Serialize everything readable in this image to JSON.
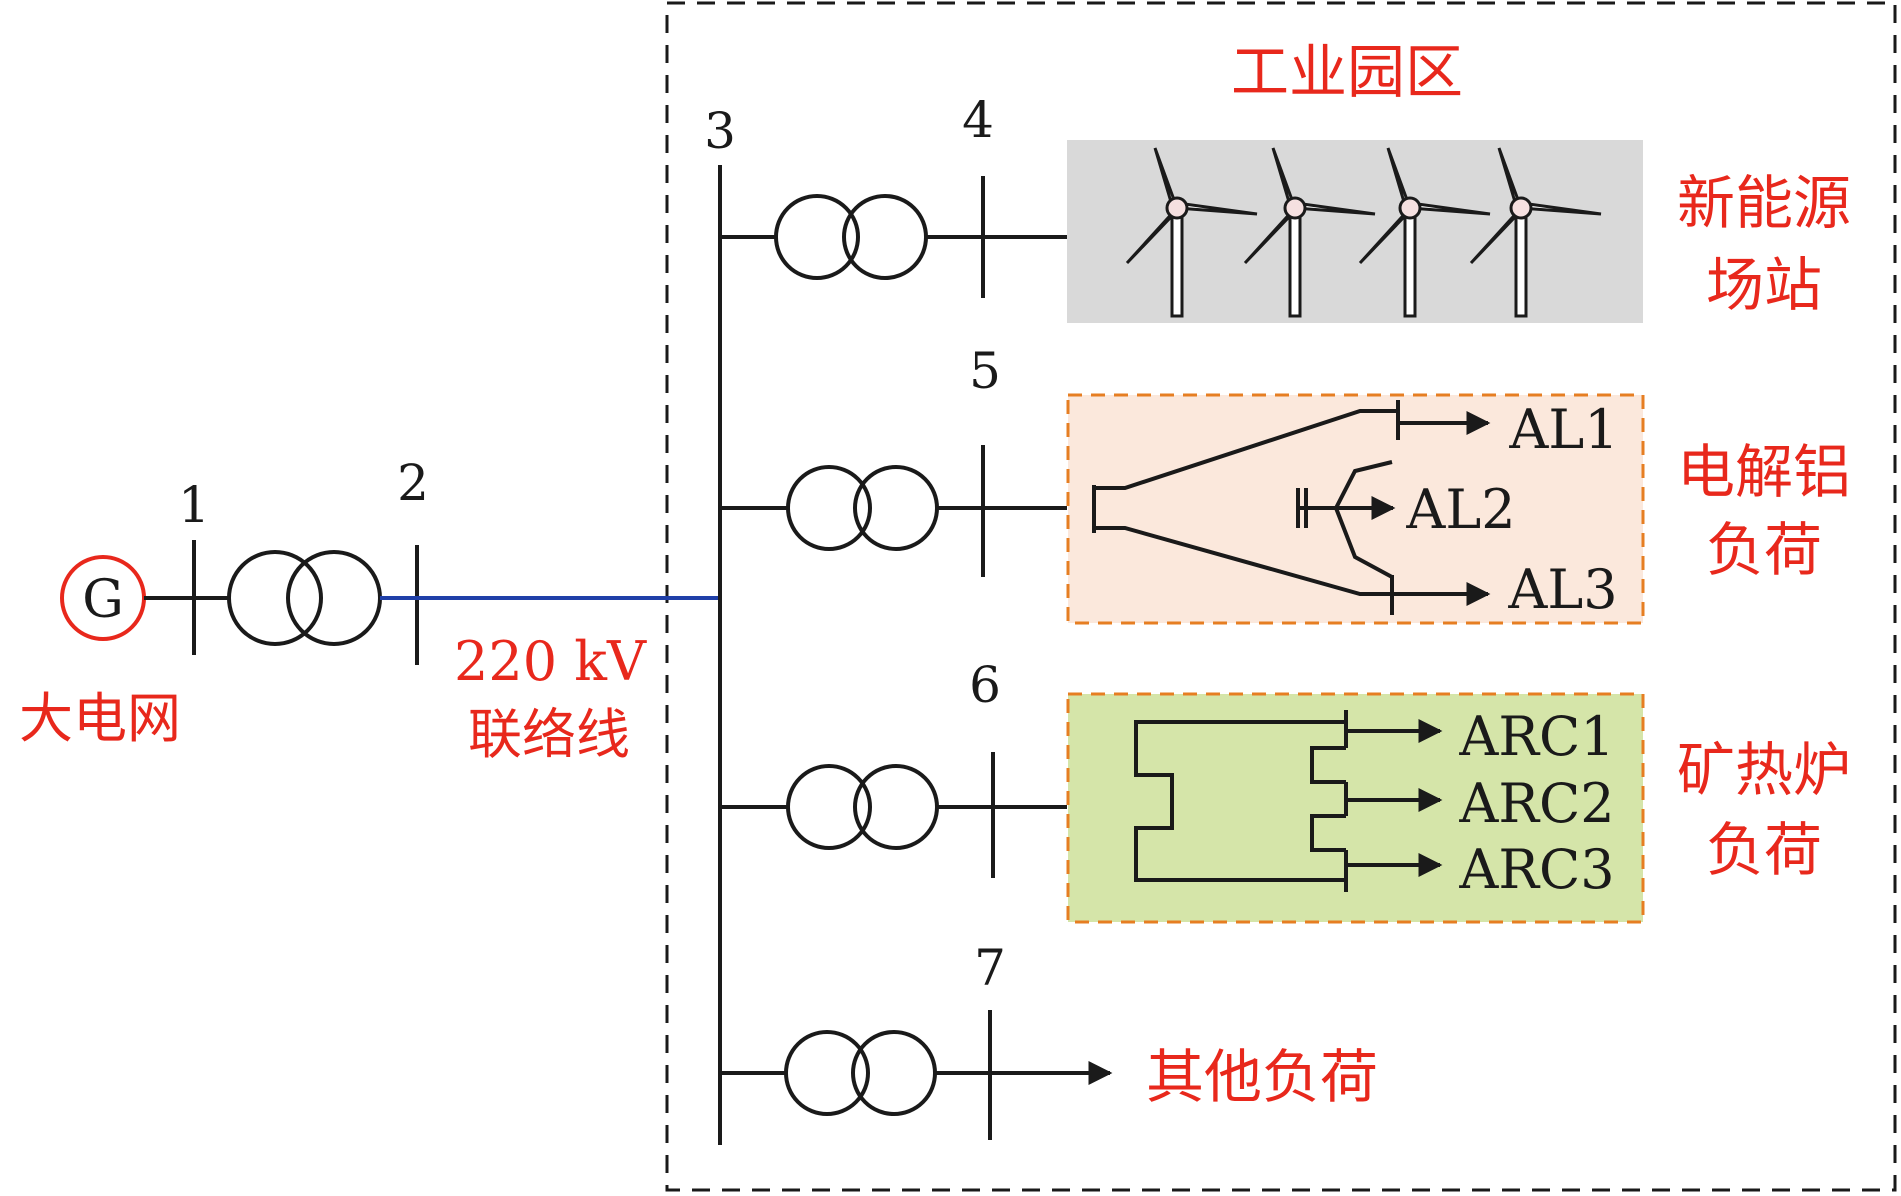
{
  "colors": {
    "line": "#1a1a1a",
    "red_text": "#e8281c",
    "tie_line": "#1f3fa8",
    "wind_bg": "#d9d9d9",
    "aluminum_bg": "#fbe8dc",
    "arc_bg": "#d5e5a9",
    "dashed_orange": "#e67e22"
  },
  "generator": {
    "symbol": "G",
    "label": "大电网"
  },
  "buses": {
    "b1": "1",
    "b2": "2",
    "b3": "3",
    "b4": "4",
    "b5": "5",
    "b6": "6",
    "b7": "7"
  },
  "tie_line": {
    "voltage": "220 kV",
    "name": "联络线"
  },
  "park": {
    "title": "工业园区"
  },
  "wind_station": {
    "label_line1": "新能源",
    "label_line2": "场站",
    "icon": "wind-turbine-icon"
  },
  "aluminum_load": {
    "label_line1": "电解铝",
    "label_line2": "负荷",
    "outputs": [
      "AL1",
      "AL2",
      "AL3"
    ]
  },
  "arc_load": {
    "label_line1": "矿热炉",
    "label_line2": "负荷",
    "outputs": [
      "ARC1",
      "ARC2",
      "ARC3"
    ]
  },
  "other_load": {
    "label": "其他负荷"
  }
}
